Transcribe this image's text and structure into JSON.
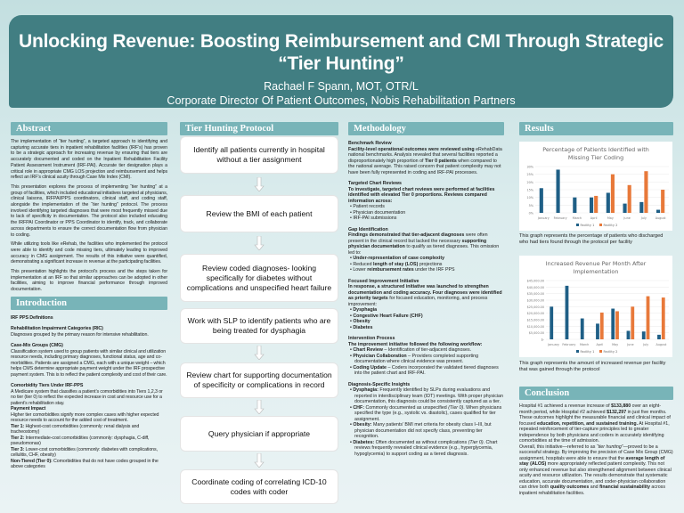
{
  "header": {
    "title_line1": "Unlocking Revenue: Boosting Reimbursement and CMI Through Strategic",
    "title_line2": "“Tier Hunting”",
    "author": "Rachael F Spann, MOT, OTR/L",
    "affiliation": "Corporate Director Of Patient Outcomes, Nobis Rehabilitation Partners"
  },
  "abstract": {
    "title": "Abstract",
    "paragraphs": [
      "The implementation of “tier hunting”, a targeted approach to identifying and capturing accurate tiers in inpatient rehabilitation facilities (IRF’s) has proven to be a strategic approach for increasing revenue by ensuring that tiers are accurately documented and coded on the Inpatient Rehabilitation Facility Patient Assessment Instrument (IRF-PAI). Accurate tier designation plays a critical role in appropriate CMG LOS projection and reimbursement and helps reflect an IRF’s clinical acuity through Case Mix Index (CMI).",
      "This presentation explores the process of implementing “tier hunting” at a group of facilities, which included educational initiatives targeted at physicians, clinical liaisons, IRFPAI/PPS coordinators, clinical staff, and coding staff, alongside the implementation of the “tier hunting” protocol. The process involved identifying targeted diagnoses that were most frequently missed due to lack of specificity in documentation. The protocol also included educating the IRFPAI Coordinator or PPS Coordinator to identify, track, and collaborate across departments to ensure the correct documentation flow from physician to coding.",
      "While utilizing tools like eRehab, the facilities who implemented the protocol were able to identify and code missing tiers, ultimately leading to improved accuracy in CMG assignment. The results of this initiative were quantified, demonstrating a significant increase in revenue at the participating facilities.",
      "This presentation highlights the protocol’s process and the steps taken for implementation at an IRF so that similar approaches can be adopted in other facilities, aiming to improve financial performance through improved documentation."
    ]
  },
  "introduction": {
    "title": "Introduction",
    "blocks": [
      {
        "k": "h",
        "s": [
          [
            "IRF PPS Definitions",
            "b"
          ]
        ]
      },
      {
        "k": "h",
        "s": [
          [
            "Rehabilitation Impairment Categories (RIC)",
            "b"
          ]
        ]
      },
      {
        "k": "p",
        "s": [
          [
            "Diagnoses grouped by the primary reason for intensive rehabilitation.",
            ""
          ]
        ]
      },
      {
        "k": "h",
        "s": [
          [
            "Case-Mix Groups (CMG)",
            "b"
          ]
        ]
      },
      {
        "k": "p",
        "s": [
          [
            "Classification system used to group patients with similar clinical and utilization resource needs, including primary diagnoses, functional status, age and co-morbidities. Patients are assigned a CMG, each with a unique weight – which helps CMS determine appropriate payment weight under the IRF prospective payment system. This is to reflect the patient complexity and cost of their care.",
            ""
          ]
        ]
      },
      {
        "k": "h",
        "s": [
          [
            "Comorbidity Tiers Under IRF-PPS",
            "b"
          ]
        ]
      },
      {
        "k": "p",
        "s": [
          [
            "A Medicare system that classifies a patient’s comorbidities into Tiers 1,2,3 or no tier (tier 0) to reflect the expected increase in cost and resource use for a patient’s rehabilitation stay.",
            ""
          ]
        ]
      },
      {
        "k": "p",
        "s": [
          [
            "Payment Impact",
            "b"
          ]
        ]
      },
      {
        "k": "p",
        "s": [
          [
            "Higher tier comorbidities signify more complex cases with higher expected resource needs to account for the added cost of treatment.",
            ""
          ]
        ]
      },
      {
        "k": "p",
        "s": [
          [
            "Tier 1: ",
            "b"
          ],
          [
            "Highest-cost comorbidities (commonly: renal dialysis and tracheostomy)",
            ""
          ]
        ]
      },
      {
        "k": "p",
        "s": [
          [
            "Tier 2: ",
            "b"
          ],
          [
            "Intermediate-cost comorbidities (commonly: dysphagia, C-diff, pseudomonas)",
            ""
          ]
        ]
      },
      {
        "k": "p",
        "s": [
          [
            "Tier 3: ",
            "b"
          ],
          [
            "Lower-cost comorbidities (commonly: diabetes with complications, cellulitis, CHF, obesity)",
            ""
          ]
        ]
      },
      {
        "k": "p",
        "s": [
          [
            "Non-Tiered (Tier 0): ",
            "b"
          ],
          [
            "Comorbidities that do not have codes grouped in the above categories",
            ""
          ]
        ]
      }
    ]
  },
  "protocol": {
    "title": "Tier Hunting Protocol",
    "steps": [
      "Identify all patients currently in hospital without a tier assignment",
      "Review the BMI of each patient",
      "Review coded diagnoses- looking specifically for diabetes without complications and unspecified heart failure",
      "Work with SLP to identify patients who are being treated for dysphagia",
      "Review chart for supporting documentation of specificity or complications in record",
      "Query physician if appropriate",
      "Coordinate coding of correlating ICD-10 codes with coder"
    ]
  },
  "methodology": {
    "title": "Methodology",
    "blocks": [
      {
        "k": "h",
        "s": [
          [
            "Benchmark Review",
            "b"
          ]
        ]
      },
      {
        "k": "p",
        "s": [
          [
            " Facility-level operational outcomes were reviewed using ",
            "b"
          ],
          [
            "eRehabData national benchmarks. Analysis revealed that several facilities reported a disproportionately high proportion of ",
            ""
          ],
          [
            "Tier 0 patients",
            "b"
          ],
          [
            " when compared to the national average. This raised concern that patient complexity may not have been fully represented in coding and IRF-PAI processes.",
            ""
          ]
        ]
      },
      {
        "k": "h",
        "s": [
          [
            "Targeted Chart Reviews",
            "b"
          ]
        ]
      },
      {
        "k": "p",
        "s": [
          [
            " To investigate, targeted chart reviews were performed at facilities identified with elevated Tier 0 proportions. Reviews compared information across:",
            "b"
          ]
        ]
      },
      {
        "k": "li",
        "s": [
          [
            "• Patient records",
            ""
          ]
        ]
      },
      {
        "k": "li",
        "s": [
          [
            "• Physician documentation",
            ""
          ]
        ]
      },
      {
        "k": "li",
        "s": [
          [
            "• IRF-PAI submissions",
            ""
          ]
        ]
      },
      {
        "k": "h",
        "s": [
          [
            "Gap Identification",
            "b"
          ]
        ]
      },
      {
        "k": "p",
        "s": [
          [
            " Findings demonstrated that tier-adjacent diagnoses",
            "b"
          ],
          [
            " were often present in the clinical record but lacked the necessary ",
            ""
          ],
          [
            "supporting physician documentation",
            "b"
          ],
          [
            " to qualify as tiered diagnoses. This omission led to:",
            ""
          ]
        ]
      },
      {
        "k": "li",
        "s": [
          [
            "• Under-representation of case complexity",
            "b"
          ]
        ]
      },
      {
        "k": "li",
        "s": [
          [
            "• Reduced ",
            ""
          ],
          [
            "length of stay (LOS)",
            "b"
          ],
          [
            " projections",
            ""
          ]
        ]
      },
      {
        "k": "li",
        "s": [
          [
            "• Lower ",
            ""
          ],
          [
            "reimbursement rates",
            "b"
          ],
          [
            " under the IRF PPS",
            ""
          ]
        ]
      },
      {
        "k": "h",
        "s": [
          [
            "Focused Improvement Initiative",
            "b"
          ]
        ]
      },
      {
        "k": "p",
        "s": [
          [
            " In response, a structured initiative was launched to strengthen documentation and coding accuracy. Four diagnoses were identified as priority targets",
            "b"
          ],
          [
            " for focused education, monitoring, and process improvement:",
            ""
          ]
        ]
      },
      {
        "k": "li",
        "s": [
          [
            "• Dysphagia",
            "b"
          ]
        ]
      },
      {
        "k": "li",
        "s": [
          [
            "• Congestive Heart Failure (CHF)",
            "b"
          ]
        ]
      },
      {
        "k": "li",
        "s": [
          [
            "• Obesity",
            "b"
          ]
        ]
      },
      {
        "k": "li",
        "s": [
          [
            "• Diabetes",
            "b"
          ]
        ]
      },
      {
        "k": "h",
        "s": [
          [
            "Intervention Process",
            "b"
          ]
        ]
      },
      {
        "k": "p",
        "s": [
          [
            " The improvement initiative followed the following workflow:",
            "b"
          ]
        ]
      },
      {
        "k": "li",
        "s": [
          [
            "• Chart Review",
            "b"
          ],
          [
            " – Identification of tier-adjacent diagnoses.",
            ""
          ]
        ]
      },
      {
        "k": "li",
        "s": [
          [
            "• Physician Collaboration",
            "b"
          ],
          [
            " – Providers completed supporting documentation where clinical evidence was present.",
            ""
          ]
        ]
      },
      {
        "k": "li",
        "s": [
          [
            "• Coding Update",
            "b"
          ],
          [
            " – Coders incorporated the validated tiered diagnoses into the patient chart and IRF-PAI.",
            ""
          ]
        ]
      },
      {
        "k": "h",
        "s": [
          [
            "Diagnosis-Specific Insights",
            "b"
          ]
        ]
      },
      {
        "k": "li",
        "s": [
          [
            "• Dysphagia:",
            "b"
          ],
          [
            " Frequently identified by SLPs during evaluations and reported in interdisciplinary team (IDT) meetings. With proper physician documentation, this diagnosis could be consistently captured as a tier.",
            ""
          ]
        ]
      },
      {
        "k": "li",
        "s": [
          [
            "• CHF:",
            "b"
          ],
          [
            " Commonly documented as unspecified ",
            ""
          ],
          [
            "(Tier 0)",
            "i"
          ],
          [
            ". When physicians specified the type (e.g., systolic vs. diastolic), cases qualified for tier assignment.",
            ""
          ]
        ]
      },
      {
        "k": "li",
        "s": [
          [
            "• Obesity:",
            "b"
          ],
          [
            " Many patients’ BMI met criteria for obesity class I–III, but physician documentation did not specify class, preventing tier recognition.",
            ""
          ]
        ]
      },
      {
        "k": "li",
        "s": [
          [
            "• Diabetes:",
            "b"
          ],
          [
            " Often documented as without complications ",
            ""
          ],
          [
            "(Tier 0)",
            "i"
          ],
          [
            ". Chart reviews frequently revealed clinical evidence (e.g., hyperglycemia, hypoglycemia) to support coding as a tiered diagnosis.",
            ""
          ]
        ]
      }
    ]
  },
  "results": {
    "title": "Results",
    "caption1": "This graph represents the percentage of patients who discharged who had tiers found through the protocol per facility",
    "caption2": "This graph represents the amount of increased revenue per facility that was gained through the protocol"
  },
  "chart_data": [
    {
      "type": "bar",
      "title": "Percentage of Patients Identified with Missing Tier Coding",
      "categories": [
        "January",
        "February",
        "March",
        "April",
        "May",
        "June",
        "July",
        "August"
      ],
      "series": [
        {
          "name": "Facility 1",
          "color": "#1f5f86",
          "values": [
            16,
            28,
            10,
            10,
            13,
            6,
            7,
            2
          ]
        },
        {
          "name": "Facility 2",
          "color": "#e8793a",
          "values": [
            0,
            0,
            0,
            11,
            25,
            18,
            27,
            15
          ]
        }
      ],
      "ylim": [
        0,
        30
      ],
      "yticks": [
        0,
        5,
        10,
        15,
        20,
        25,
        30
      ],
      "ytick_labels": [
        "0%",
        "5%",
        "10%",
        "15%",
        "20%",
        "25%",
        "30%"
      ],
      "grid": true,
      "legend": "bottom"
    },
    {
      "type": "bar",
      "title": "Increased Revenue Per Month After Implementation",
      "categories": [
        "January",
        "February",
        "March",
        "April",
        "May",
        "June",
        "July",
        "August"
      ],
      "series": [
        {
          "name": "Facility 1",
          "color": "#1f5f86",
          "values": [
            25000,
            41000,
            16000,
            12000,
            23500,
            6500,
            6000,
            3500
          ]
        },
        {
          "name": "Facility 2",
          "color": "#e8793a",
          "values": [
            0,
            0,
            0,
            20500,
            21500,
            25000,
            33000,
            32000
          ]
        }
      ],
      "ylim": [
        0,
        45000
      ],
      "yticks": [
        0,
        5000,
        10000,
        15000,
        20000,
        25000,
        30000,
        35000,
        40000,
        45000
      ],
      "ytick_labels": [
        "$-",
        "$5,000.00",
        "$10,000.00",
        "$15,000.00",
        "$20,000.00",
        "$25,000.00",
        "$30,000.00",
        "$35,000.00",
        "$40,000.00",
        "$45,000.00"
      ],
      "grid": true,
      "legend": "bottom"
    }
  ],
  "conclusion": {
    "title": "Conclusion",
    "blocks": [
      {
        "k": "p",
        "s": [
          [
            "Hospital #1 achieved a revenue increase of ",
            ""
          ],
          [
            "$133,880",
            "b"
          ],
          [
            " over an eight-month period, while Hospital #2 achieved ",
            ""
          ],
          [
            "$132,297",
            "b"
          ],
          [
            " in just five months. These outcomes highlight the measurable financial and clinical impact of focused ",
            ""
          ],
          [
            "education, repetition, and sustained training.",
            "b"
          ],
          [
            " At Hospital #1, repeated reinforcement of tier-capture principles led to greater independence by both physicians and coders in accurately identifying comorbidities at the time of admission.",
            ""
          ]
        ]
      },
      {
        "k": "p",
        "s": [
          [
            "Overall, this initiative—referred to as ",
            ""
          ],
          [
            "“tier hunting”",
            "i"
          ],
          [
            "—proved to be a successful strategy. By improving the precision of Case Mix Group (CMG) assignment, hospitals were able to ensure that the ",
            ""
          ],
          [
            "average length of stay (ALOS)",
            "b"
          ],
          [
            " more appropriately reflected patient complexity. This not only enhanced revenue but also strengthened alignment between clinical acuity and resource utilization. The results demonstrate that systematic education, accurate documentation, and coder-physician collaboration can drive both ",
            ""
          ],
          [
            "quality outcomes",
            "b"
          ],
          [
            " and ",
            ""
          ],
          [
            "financial sustainability",
            "b"
          ],
          [
            " across inpatient rehabilitation facilities.",
            ""
          ]
        ]
      }
    ]
  }
}
